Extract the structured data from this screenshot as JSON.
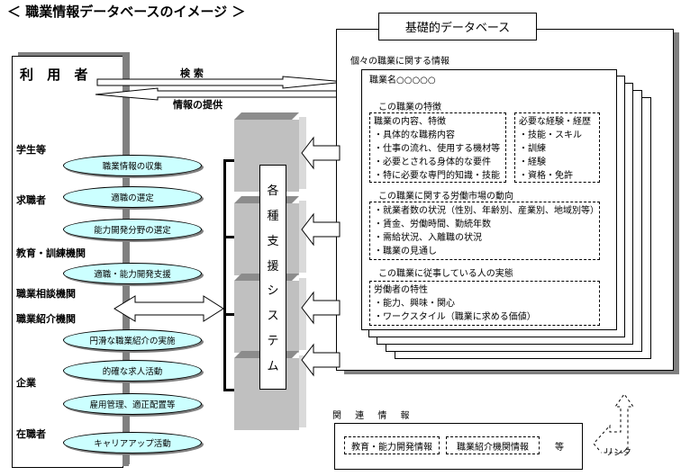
{
  "title": "＜ 職業情報データベースのイメージ ＞",
  "users": {
    "title": "利 用 者",
    "groups": [
      {
        "label": "学生等"
      },
      {
        "label": "求職者"
      },
      {
        "label": "教育・訓練機関"
      },
      {
        "label": "職業相談機関"
      },
      {
        "label": "職業紹介機関"
      },
      {
        "label": "企業"
      },
      {
        "label": "在職者"
      }
    ],
    "activities": [
      {
        "label": "職業情報の収集"
      },
      {
        "label": "適職の選定"
      },
      {
        "label": "能力開発分野の選定"
      },
      {
        "label": "適職・能力開発支援"
      },
      {
        "label": "円滑な職業紹介の実施"
      },
      {
        "label": "的確な求人活動"
      },
      {
        "label": "雇用管理、適正配置等"
      },
      {
        "label": "キャリアアップ活動"
      }
    ]
  },
  "flows": {
    "search": "検 索",
    "provide": "情報の提供"
  },
  "support_system": {
    "chars": [
      "各",
      "種",
      "支",
      "援",
      "シ",
      "ス",
      "テ",
      "ム"
    ]
  },
  "database": {
    "title": "基礎的データベース",
    "subtitle": "個々の職業に関する情報",
    "job_name": "職業名○○○○○",
    "features": {
      "title": "この職業の特徴",
      "content_box": [
        "職業の内容、特徴",
        "・具体的な職務内容",
        "・仕事の流れ、使用する機材等",
        "・必要とされる身体的な要件",
        "・特に必要な専門的知識・技能"
      ],
      "experience_box": [
        "必要な経験・経歴",
        "・技能・スキル",
        "・訓練",
        "・経験",
        "・資格・免許"
      ]
    },
    "labor_market": {
      "title": "この職業に関する労働市場の動向",
      "items": [
        "・就業者数の状況（性別、年齢別、産業別、地域別等）",
        "・賃金、労働時間、勤続年数",
        "・需給状況、入離職の状況",
        "・職業の見通し"
      ]
    },
    "workers": {
      "title": "この職業に従事している人の実態",
      "items": [
        "労働者の特性",
        "・能力、興味・関心",
        "・ワークスタイル（職業に求める価値）"
      ]
    }
  },
  "related": {
    "title": "関 連 情 報",
    "items": [
      "教育・能力開発情報",
      "職業紹介機関情報"
    ],
    "suffix": "等",
    "link_label": "リンク"
  },
  "colors": {
    "ellipse_fill": "#ccffff",
    "block_fill": "#c0c0c0",
    "shadow": "#808080"
  }
}
